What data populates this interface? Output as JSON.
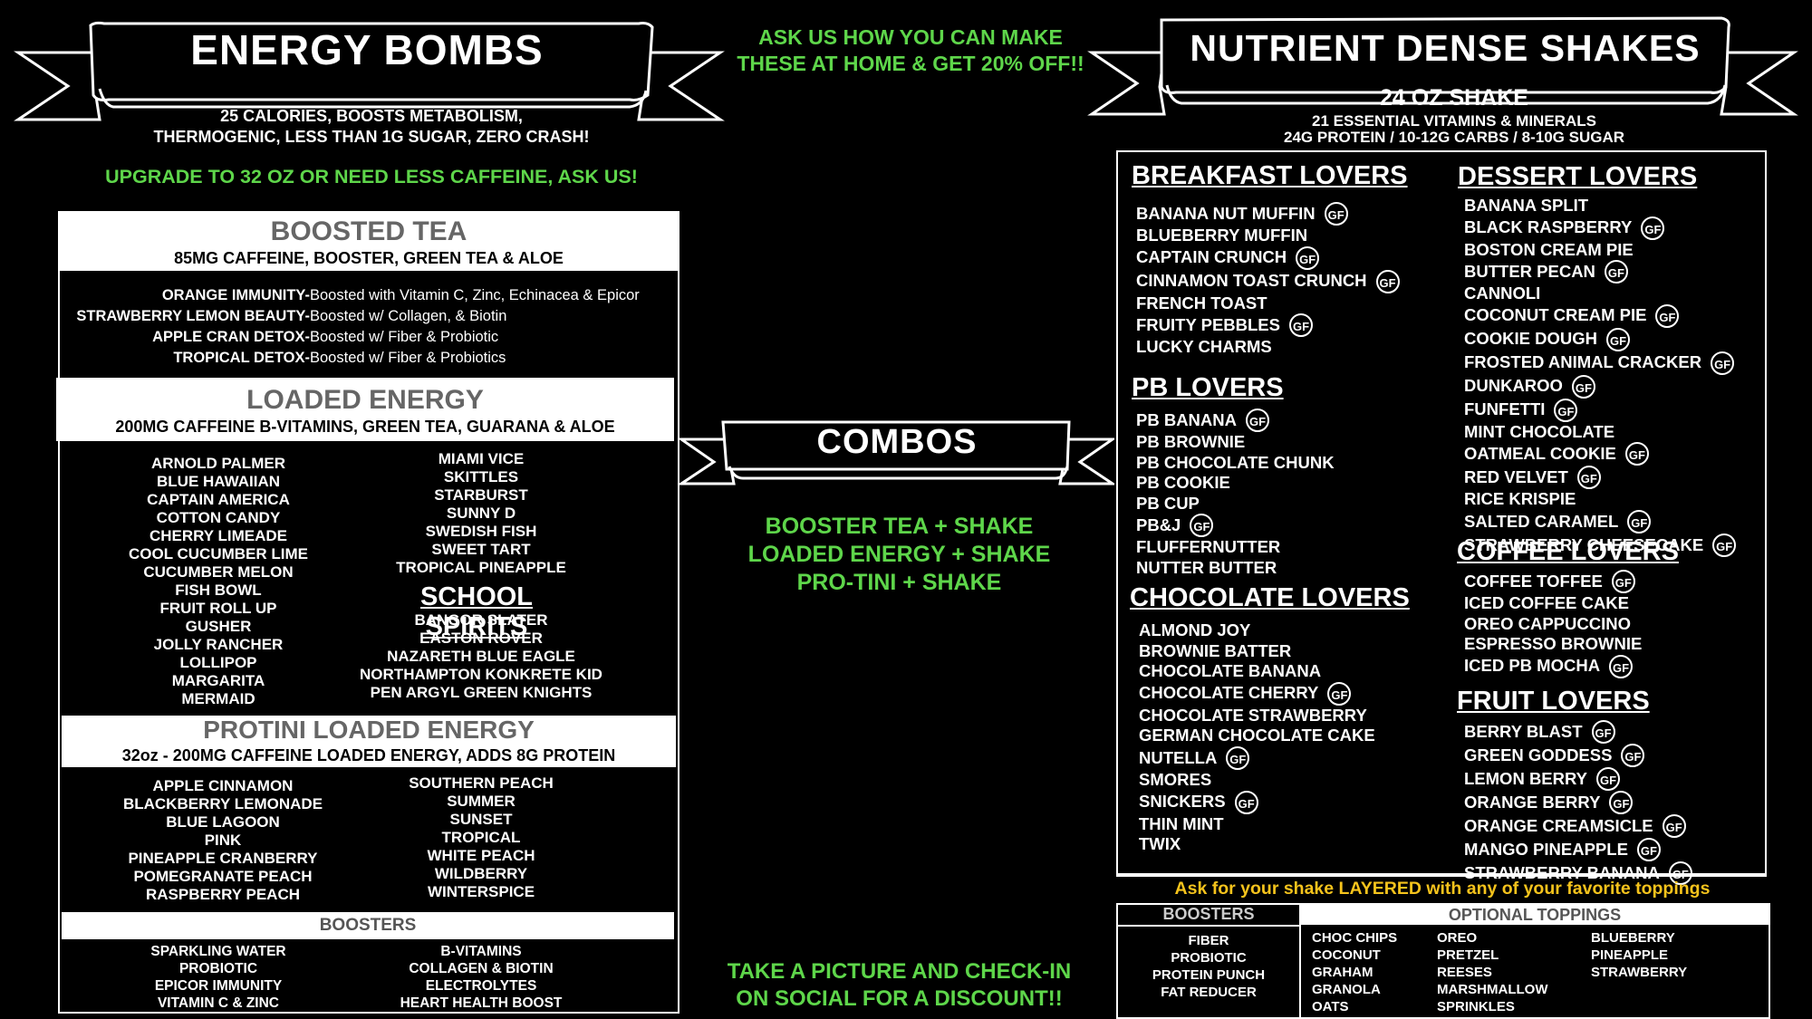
{
  "energy_bombs": {
    "title": "ENERGY BOMBS",
    "desc_line1": "25 CALORIES, BOOSTS METABOLISM,",
    "desc_line2": "THERMOGENIC, LESS THAN 1G SUGAR, ZERO CRASH!",
    "upgrade": "UPGRADE TO  32 OZ OR NEED LESS CAFFEINE, ASK US!"
  },
  "promo_top": {
    "line1": "ASK US HOW YOU CAN MAKE",
    "line2": "THESE AT HOME & GET 20% OFF!!"
  },
  "boosted_tea": {
    "title": "BOOSTED TEA",
    "subtitle": "85MG CAFFEINE, BOOSTER,  GREEN TEA & ALOE",
    "items": [
      {
        "name": "ORANGE IMMUNITY-",
        "desc": "Boosted with Vitamin C, Zinc, Echinacea & Epicor"
      },
      {
        "name": "STRAWBERRY LEMON BEAUTY-",
        "desc": "Boosted w/ Collagen, & Biotin"
      },
      {
        "name": "APPLE CRAN DETOX-",
        "desc": "Boosted w/ Fiber & Probiotic"
      },
      {
        "name": "TROPICAL DETOX-",
        "desc": "Boosted w/ Fiber & Probiotics"
      }
    ]
  },
  "loaded_energy": {
    "title": "LOADED ENERGY",
    "subtitle": "200MG CAFFEINE  B-VITAMINS, GREEN TEA, GUARANA & ALOE",
    "left": [
      "ARNOLD PALMER",
      "BLUE HAWAIIAN",
      "CAPTAIN AMERICA",
      "COTTON CANDY",
      "CHERRY LIMEADE",
      "COOL CUCUMBER LIME",
      "CUCUMBER MELON",
      "FISH BOWL",
      "FRUIT ROLL UP",
      "GUSHER",
      "JOLLY RANCHER",
      "LOLLIPOP",
      "MARGARITA",
      "MERMAID"
    ],
    "right": [
      "MIAMI VICE",
      "SKITTLES",
      "STARBURST",
      "SUNNY D",
      "SWEDISH FISH",
      "SWEET TART",
      "TROPICAL PINEAPPLE"
    ]
  },
  "school_spirits": {
    "title": "SCHOOL SPIRITS",
    "items": [
      "BANGOR SLATER",
      "EASTON ROVER",
      "NAZARETH BLUE EAGLE",
      "NORTHAMPTON KONKRETE KID",
      "PEN ARGYL GREEN KNIGHTS"
    ]
  },
  "protini": {
    "title": "PROTINI LOADED ENERGY",
    "subtitle": "32oz - 200MG CAFFEINE LOADED ENERGY, ADDS 8G PROTEIN",
    "left": [
      "APPLE CINNAMON",
      "BLACKBERRY LEMONADE",
      "BLUE LAGOON",
      "PINK",
      "PINEAPPLE CRANBERRY",
      "POMEGRANATE PEACH",
      "RASPBERRY PEACH"
    ],
    "right": [
      "SOUTHERN PEACH",
      "SUMMER",
      "SUNSET",
      "TROPICAL",
      "WHITE PEACH",
      "WILDBERRY",
      "WINTERSPICE"
    ]
  },
  "boosters_left": {
    "title": "BOOSTERS",
    "left": [
      "SPARKLING WATER",
      "PROBIOTIC",
      "EPICOR IMMUNITY",
      "VITAMIN C & ZINC"
    ],
    "right": [
      "B-VITAMINS",
      "COLLAGEN & BIOTIN",
      "ELECTROLYTES",
      "HEART HEALTH BOOST"
    ]
  },
  "combos": {
    "title": "COMBOS",
    "items": [
      "BOOSTER TEA + SHAKE",
      "LOADED ENERGY + SHAKE",
      "PRO-TINI + SHAKE"
    ]
  },
  "promo_bottom": {
    "line1": "TAKE A PICTURE AND CHECK-IN",
    "line2": "ON SOCIAL FOR A DISCOUNT!!"
  },
  "shakes": {
    "title": "NUTRIENT DENSE SHAKES",
    "size": "24 OZ SHAKE",
    "line1": "21 ESSENTIAL VITAMINS & MINERALS",
    "line2": "24G PROTEIN / 10-12G CARBS / 8-10G SUGAR"
  },
  "gf_label": "GF",
  "breakfast": {
    "title": "BREAKFAST LOVERS",
    "items": [
      {
        "name": "BANANA NUT MUFFIN",
        "gf": true
      },
      {
        "name": "BLUEBERRY MUFFIN",
        "gf": false
      },
      {
        "name": "CAPTAIN CRUNCH",
        "gf": true
      },
      {
        "name": "CINNAMON  TOAST CRUNCH",
        "gf": true
      },
      {
        "name": "FRENCH TOAST",
        "gf": false
      },
      {
        "name": "FRUITY PEBBLES",
        "gf": true
      },
      {
        "name": "LUCKY CHARMS",
        "gf": false
      }
    ]
  },
  "pb": {
    "title": "PB  LOVERS",
    "items": [
      {
        "name": "PB BANANA",
        "gf": true
      },
      {
        "name": "PB BROWNIE",
        "gf": false
      },
      {
        "name": "PB CHOCOLATE CHUNK",
        "gf": false
      },
      {
        "name": "PB COOKIE",
        "gf": false
      },
      {
        "name": "PB CUP",
        "gf": false
      },
      {
        "name": "PB&J",
        "gf": true
      },
      {
        "name": "FLUFFERNUTTER",
        "gf": false
      },
      {
        "name": "NUTTER BUTTER",
        "gf": false
      }
    ]
  },
  "chocolate": {
    "title": "CHOCOLATE LOVERS",
    "items": [
      {
        "name": "ALMOND JOY",
        "gf": false
      },
      {
        "name": "BROWNIE BATTER",
        "gf": false
      },
      {
        "name": "CHOCOLATE BANANA",
        "gf": false
      },
      {
        "name": "CHOCOLATE CHERRY",
        "gf": true
      },
      {
        "name": "CHOCOLATE STRAWBERRY",
        "gf": false
      },
      {
        "name": "GERMAN CHOCOLATE CAKE",
        "gf": false
      },
      {
        "name": "NUTELLA",
        "gf": true
      },
      {
        "name": "SMORES",
        "gf": false
      },
      {
        "name": "SNICKERS",
        "gf": true
      },
      {
        "name": "THIN MINT",
        "gf": false
      },
      {
        "name": "TWIX",
        "gf": false
      }
    ]
  },
  "dessert": {
    "title": "DESSERT LOVERS",
    "items": [
      {
        "name": "BANANA SPLIT",
        "gf": false
      },
      {
        "name": "BLACK RASPBERRY",
        "gf": true
      },
      {
        "name": "BOSTON CREAM PIE",
        "gf": false
      },
      {
        "name": "BUTTER PECAN",
        "gf": true
      },
      {
        "name": "CANNOLI",
        "gf": false
      },
      {
        "name": "COCONUT CREAM PIE",
        "gf": true
      },
      {
        "name": "COOKIE DOUGH",
        "gf": true
      },
      {
        "name": "FROSTED ANIMAL CRACKER",
        "gf": true
      },
      {
        "name": "DUNKAROO",
        "gf": true
      },
      {
        "name": "FUNFETTI",
        "gf": true
      },
      {
        "name": "MINT CHOCOLATE",
        "gf": false
      },
      {
        "name": "OATMEAL COOKIE",
        "gf": true
      },
      {
        "name": "RED VELVET",
        "gf": true
      },
      {
        "name": "RICE KRISPIE",
        "gf": false
      },
      {
        "name": "SALTED CARAMEL",
        "gf": true
      },
      {
        "name": "STRAWBERRY CHEESECAKE",
        "gf": true
      }
    ]
  },
  "coffee": {
    "title": "COFFEE LOVERS",
    "items": [
      {
        "name": "COFFEE TOFFEE",
        "gf": true
      },
      {
        "name": "ICED COFFEE CAKE",
        "gf": false
      },
      {
        "name": "OREO CAPPUCCINO",
        "gf": false
      },
      {
        "name": "ESPRESSO BROWNIE",
        "gf": false
      },
      {
        "name": "ICED PB MOCHA",
        "gf": true
      }
    ]
  },
  "fruit": {
    "title": "FRUIT LOVERS",
    "items": [
      {
        "name": "BERRY BLAST",
        "gf": true
      },
      {
        "name": "GREEN GODDESS",
        "gf": true
      },
      {
        "name": "LEMON BERRY",
        "gf": true
      },
      {
        "name": "ORANGE BERRY",
        "gf": true
      },
      {
        "name": "ORANGE CREAMSICLE",
        "gf": true
      },
      {
        "name": "MANGO PINEAPPLE",
        "gf": true
      },
      {
        "name": "STRAWBERRY BANANA",
        "gf": true
      }
    ]
  },
  "layered": "Ask for your shake LAYERED with any of your favorite toppings",
  "boosters_right": {
    "title": "BOOSTERS",
    "items": [
      "FIBER",
      "PROBIOTIC",
      "PROTEIN PUNCH",
      "FAT REDUCER"
    ]
  },
  "toppings": {
    "title": "OPTIONAL TOPPINGS",
    "col1": [
      "CHOC CHIPS",
      "COCONUT",
      "GRAHAM",
      "GRANOLA",
      "OATS"
    ],
    "col2": [
      "OREO",
      "PRETZEL",
      "REESES",
      "MARSHMALLOW",
      "SPRINKLES"
    ],
    "col3": [
      "BLUEBERRY",
      "PINEAPPLE",
      "STRAWBERRY"
    ]
  }
}
